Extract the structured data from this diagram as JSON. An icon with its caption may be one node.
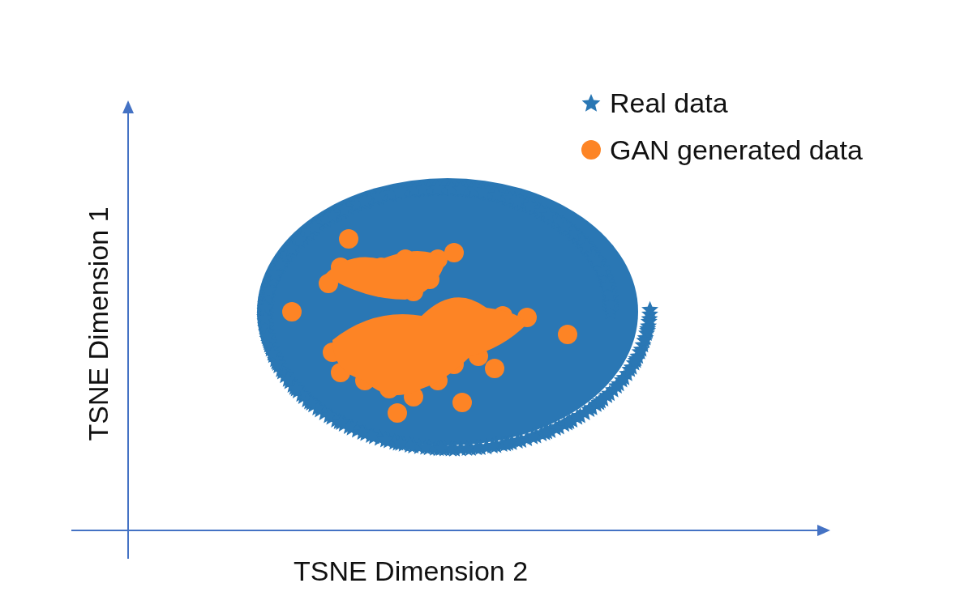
{
  "diagram": {
    "labels": [
      "TSNE Dimension 1",
      "TSNE Dimension 2"
    ],
    "legend": [
      {
        "text": "Real data"
      },
      {
        "text": "GAN generated data"
      }
    ]
  }
}
